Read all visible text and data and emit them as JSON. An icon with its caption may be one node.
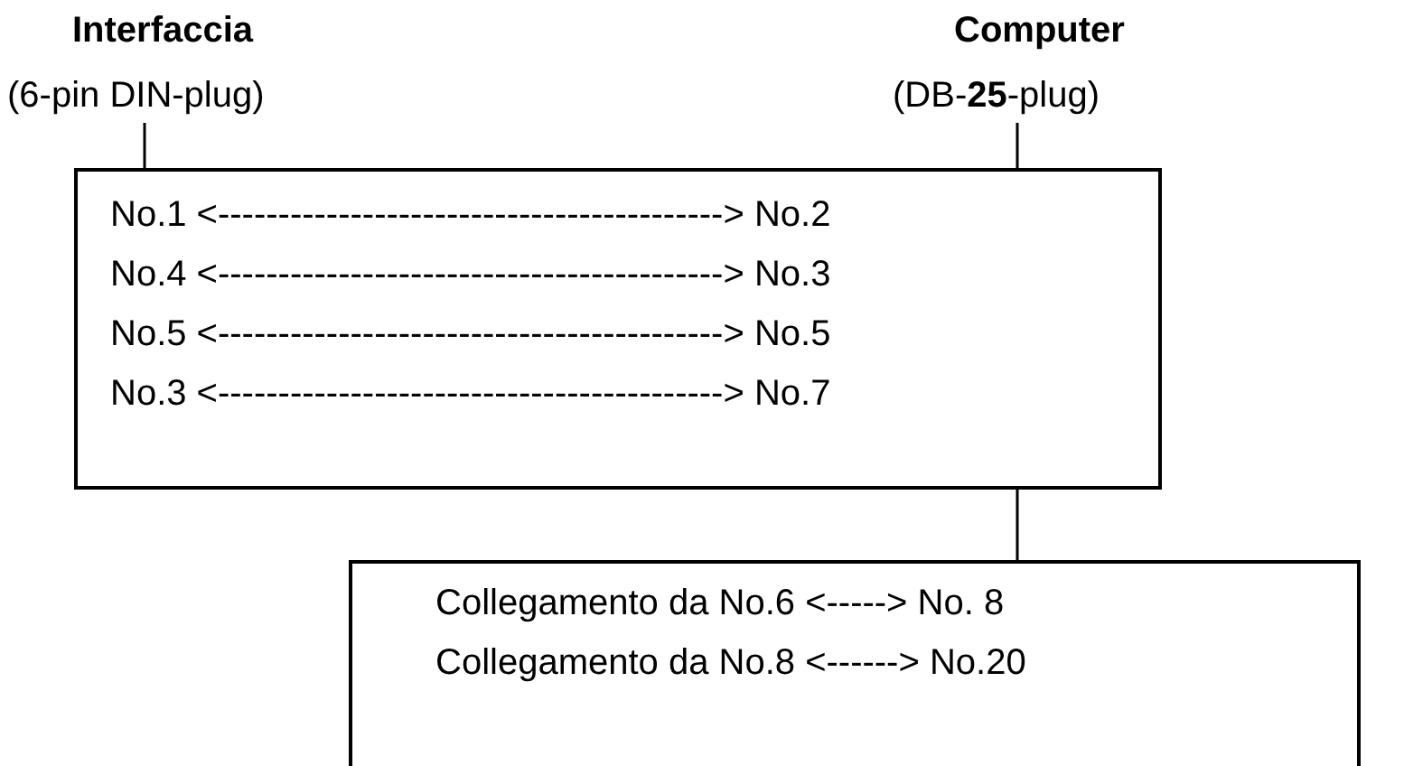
{
  "diagram": {
    "nodes": [
      {
        "text": [
          "Interfaccia",
          "(6-pin DIN-plug)"
        ]
      },
      {
        "text": [
          "Computer",
          "(DB-**25**-plug)"
        ]
      },
      {
        "text": [
          "No.1 <------------------------------------------> No.2",
          "No.4 <------------------------------------------> No.3",
          "No.5 <------------------------------------------> No.5",
          "No.3 <------------------------------------------> No.7"
        ]
      },
      {
        "text": [
          "Collegamento da No.6 <-----> No. 8",
          "Collegamento da No.8 <------> No.20"
        ]
      }
    ],
    "edges": [
      {
        "from": 0,
        "to": 2,
        "arrow": "none"
      },
      {
        "from": 1,
        "to": 2,
        "arrow": "none"
      },
      {
        "from": 2,
        "to": 3,
        "arrow": "none"
      }
    ]
  }
}
